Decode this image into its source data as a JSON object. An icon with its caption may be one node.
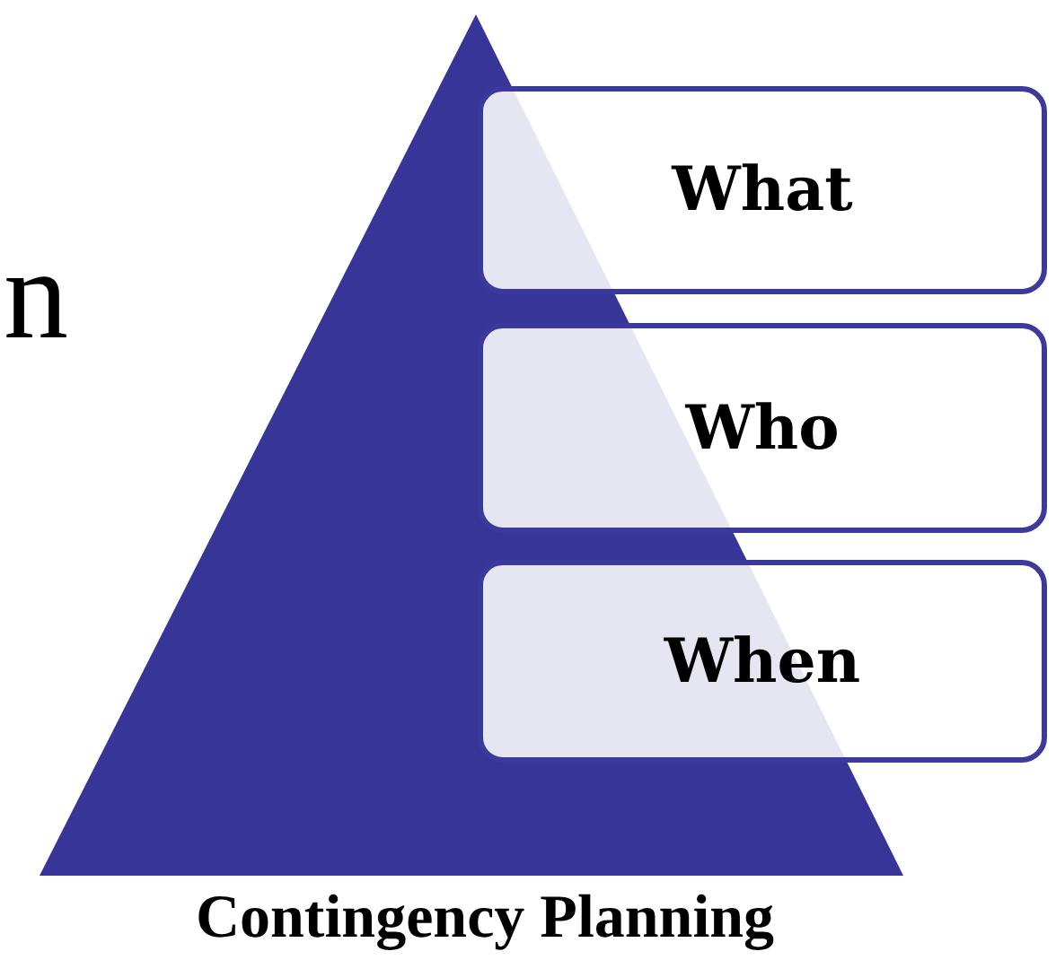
{
  "diagram": {
    "nodes": [
      {
        "text": [
          "Contingency Planning"
        ]
      },
      {
        "text": [
          "What"
        ]
      },
      {
        "text": [
          "Who"
        ]
      },
      {
        "text": [
          "When"
        ]
      }
    ],
    "labels": [
      "n"
    ]
  }
}
